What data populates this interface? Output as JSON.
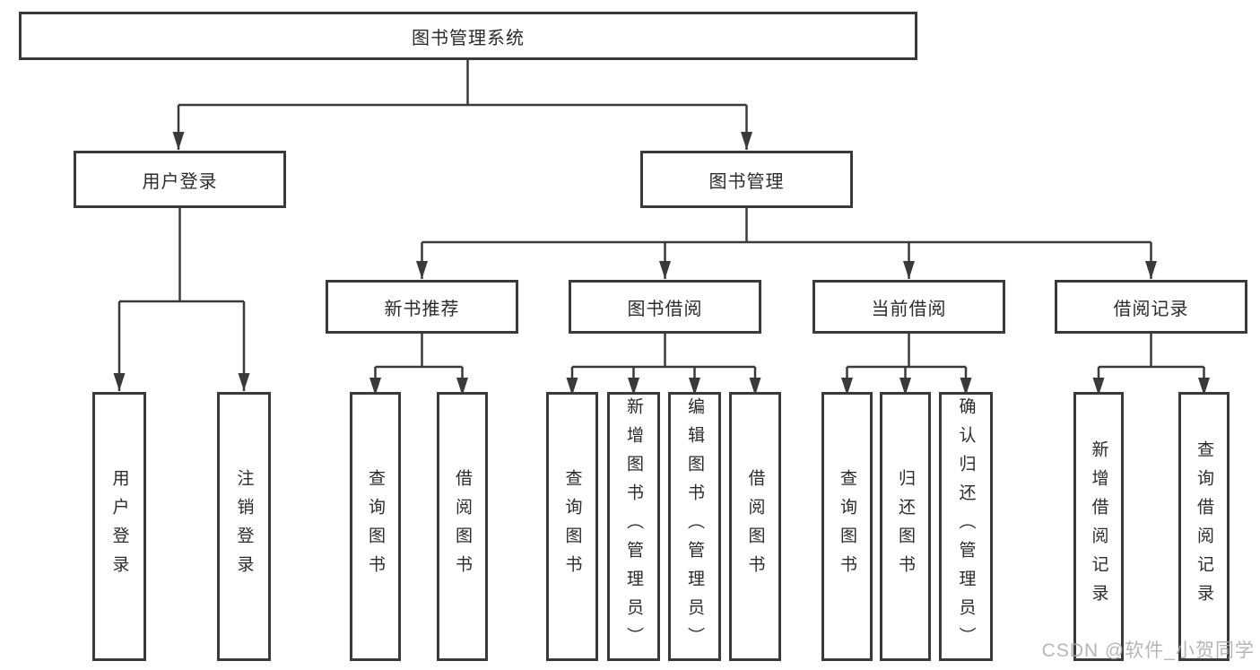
{
  "diagram": {
    "title": "图书管理系统",
    "level2": [
      {
        "id": "user-login-branch",
        "label": "用户登录"
      },
      {
        "id": "book-management-branch",
        "label": "图书管理"
      }
    ],
    "level3": [
      {
        "id": "new-book-recommend",
        "label": "新书推荐"
      },
      {
        "id": "book-borrowing",
        "label": "图书借阅"
      },
      {
        "id": "current-borrowing",
        "label": "当前借阅"
      },
      {
        "id": "borrowing-records",
        "label": "借阅记录"
      }
    ],
    "leaves": [
      {
        "id": "user-login",
        "parent": "user-login-branch",
        "label": "用户登录"
      },
      {
        "id": "logout",
        "parent": "user-login-branch",
        "label": "注销登录"
      },
      {
        "id": "query-books-recommend",
        "parent": "new-book-recommend",
        "label": "查询图书"
      },
      {
        "id": "borrow-books-recommend",
        "parent": "new-book-recommend",
        "label": "借阅图书"
      },
      {
        "id": "query-books-borrowing",
        "parent": "book-borrowing",
        "label": "查询图书"
      },
      {
        "id": "add-books-admin",
        "parent": "book-borrowing",
        "label": "新增图书（管理员）"
      },
      {
        "id": "edit-books-admin",
        "parent": "book-borrowing",
        "label": "编辑图书（管理员）"
      },
      {
        "id": "borrow-books-borrowing",
        "parent": "book-borrowing",
        "label": "借阅图书"
      },
      {
        "id": "query-books-current",
        "parent": "current-borrowing",
        "label": "查询图书"
      },
      {
        "id": "return-books",
        "parent": "current-borrowing",
        "label": "归还图书"
      },
      {
        "id": "confirm-return-admin",
        "parent": "current-borrowing",
        "label": "确认归还（管理员）"
      },
      {
        "id": "add-borrow-record",
        "parent": "borrowing-records",
        "label": "新增借阅记录"
      },
      {
        "id": "query-borrow-record",
        "parent": "borrowing-records",
        "label": "查询借阅记录"
      }
    ]
  },
  "watermark": {
    "text": "CSDN @软件_小贺同学",
    "color": "#aaaaaa"
  },
  "colors": {
    "line": "#3a3a3a",
    "box_border": "#3a3a3a",
    "text": "#2b2b2b",
    "background": "#ffffff"
  }
}
